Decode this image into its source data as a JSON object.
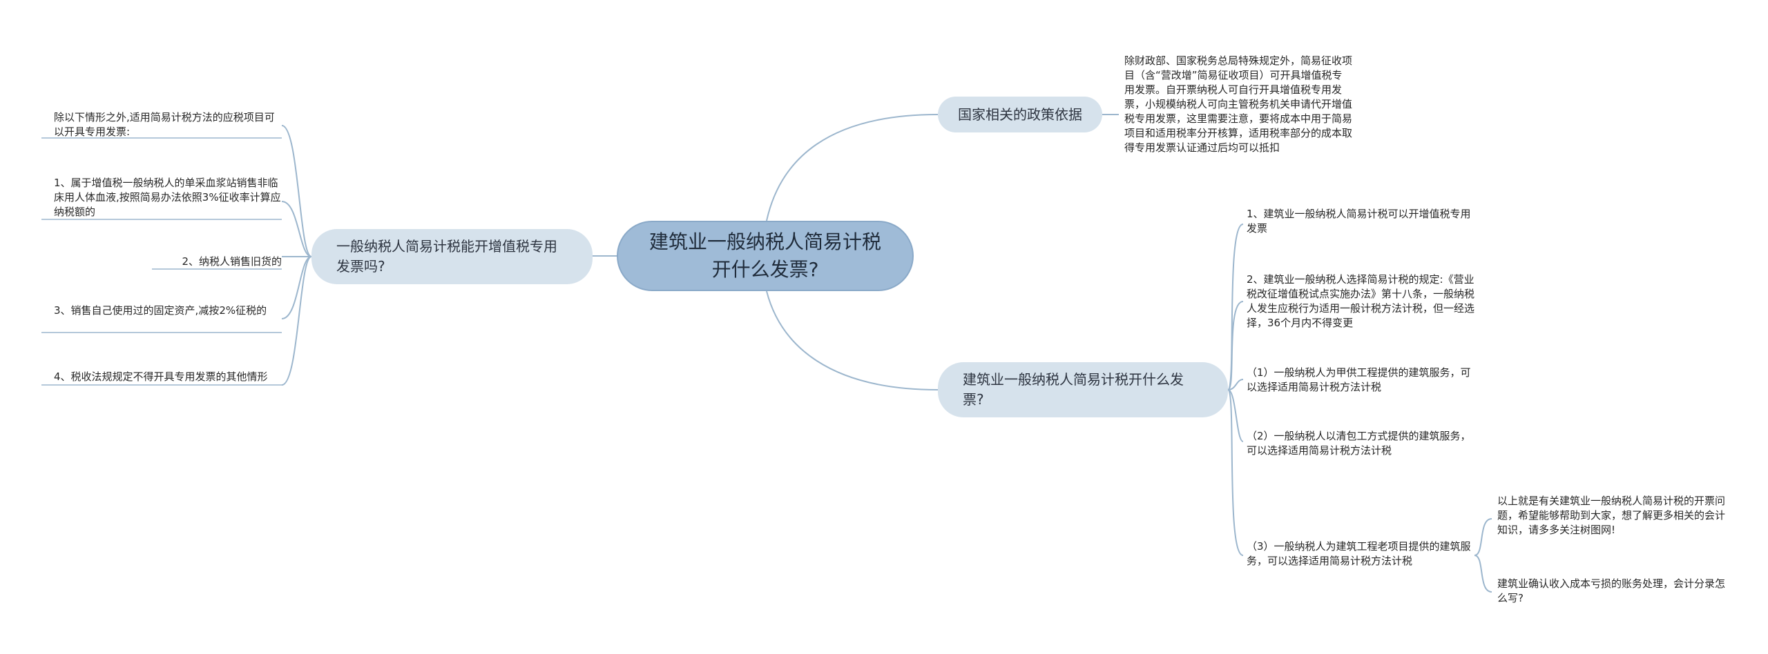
{
  "palette": {
    "root_fill": "#9fbbd7",
    "branch_fill": "#d6e2ec",
    "connector": "#9cb6cd"
  },
  "root": {
    "label": "建筑业一般纳税人简易计税开什么发票?"
  },
  "left_branch": {
    "label": "一般纳税人简易计税能开增值税专用发票吗?",
    "leaves": [
      "除以下情形之外,适用简易计税方法的应税项目可以开具专用发票:",
      "1、属于增值税一般纳税人的单采血浆站销售非临床用人体血液,按照简易办法依照3%征收率计算应纳税额的",
      "2、纳税人销售旧货的",
      "3、销售自己使用过的固定资产,减按2%征税的",
      "4、税收法规规定不得开具专用发票的其他情形"
    ]
  },
  "policy_branch": {
    "label": "国家相关的政策依据",
    "leaf": "除财政部、国家税务总局特殊规定外，简易征收项目（含“营改增”简易征收项目）可开具增值税专用发票。自开票纳税人可自行开具增值税专用发票，小规模纳税人可向主管税务机关申请代开增值税专用发票，这里需要注意，要将成本中用于简易项目和适用税率分开核算，适用税率部分的成本取得专用发票认证通过后均可以抵扣"
  },
  "what_branch": {
    "label": "建筑业一般纳税人简易计税开什么发票?",
    "leaves": [
      "1、建筑业一般纳税人简易计税可以开增值税专用发票",
      "2、建筑业一般纳税人选择简易计税的规定:《营业税改征增值税试点实施办法》第十八条，一般纳税人发生应税行为适用一般计税方法计税，但一经选择，36个月内不得变更",
      "（1）一般纳税人为甲供工程提供的建筑服务，可以选择适用简易计税方法计税",
      "（2）一般纳税人以清包工方式提供的建筑服务，可以选择适用简易计税方法计税",
      "（3）一般纳税人为建筑工程老项目提供的建筑服务，可以选择适用简易计税方法计税"
    ],
    "sub_leaves": [
      "以上就是有关建筑业一般纳税人简易计税的开票问题，希望能够帮助到大家，想了解更多相关的会计知识，请多多关注树图网!",
      "建筑业确认收入成本亏损的账务处理，会计分录怎么写?"
    ]
  }
}
